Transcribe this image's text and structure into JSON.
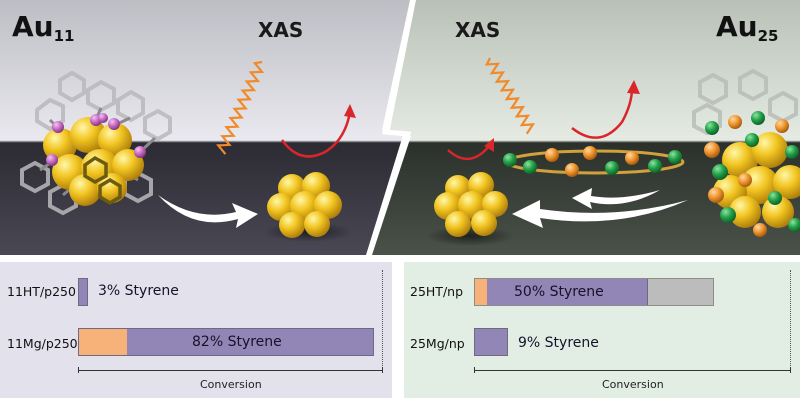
{
  "left_panel": {
    "title": "Au",
    "title_sub": "11",
    "xas_label": "XAS",
    "bars": [
      {
        "label": "11HT/p250",
        "bar_label": "3% Styrene",
        "conversion_fraction": 0.03,
        "orange_fraction": 0.0
      },
      {
        "label": "11Mg/p250",
        "bar_label": "82% Styrene",
        "conversion_fraction": 1.0,
        "orange_fraction": 0.16
      }
    ],
    "axis_label": "Conversion",
    "background": "#e3e1ec"
  },
  "right_panel": {
    "title": "Au",
    "title_sub": "25",
    "xas_label": "XAS",
    "bars": [
      {
        "label": "25HT/np",
        "bar_label": "50% Styrene",
        "conversion_fraction": 0.75,
        "orange_fraction": 0.05,
        "purple_fraction": 0.55
      },
      {
        "label": "25Mg/np",
        "bar_label": "9% Styrene",
        "conversion_fraction": 0.12,
        "orange_fraction": 0.0,
        "purple_fraction": 0.12
      }
    ],
    "axis_label": "Conversion",
    "background": "#e2eee4"
  },
  "colors": {
    "purple": "#9286b6",
    "orange": "#f7b27a",
    "grey": "#bcbcbc",
    "gold": "#f2c521",
    "arrow_red": "#d8262a",
    "wave_orange": "#f08a2a",
    "ligand_pink": "#c66bc4",
    "ligand_green": "#2aa549",
    "ligand_orange": "#f0952c"
  }
}
